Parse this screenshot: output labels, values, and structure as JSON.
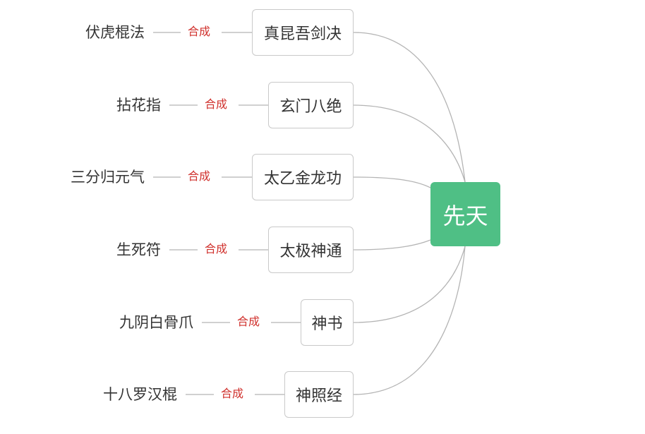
{
  "root": {
    "label": "先天",
    "color": "#4fbf85"
  },
  "merge_color": "#d0312d",
  "line_color": "#b4b4b4",
  "branches": [
    {
      "source": "伏虎棍法",
      "merge_label": "合成",
      "skill": "真昆吾剑决"
    },
    {
      "source": "拈花指",
      "merge_label": "合成",
      "skill": "玄门八绝"
    },
    {
      "source": "三分归元气",
      "merge_label": "合成",
      "skill": "太乙金龙功"
    },
    {
      "source": "生死符",
      "merge_label": "合成",
      "skill": "太极神通"
    },
    {
      "source": "九阴白骨爪",
      "merge_label": "合成",
      "skill": "神书"
    },
    {
      "source": "十八罗汉棍",
      "merge_label": "合成",
      "skill": "神照经"
    }
  ]
}
